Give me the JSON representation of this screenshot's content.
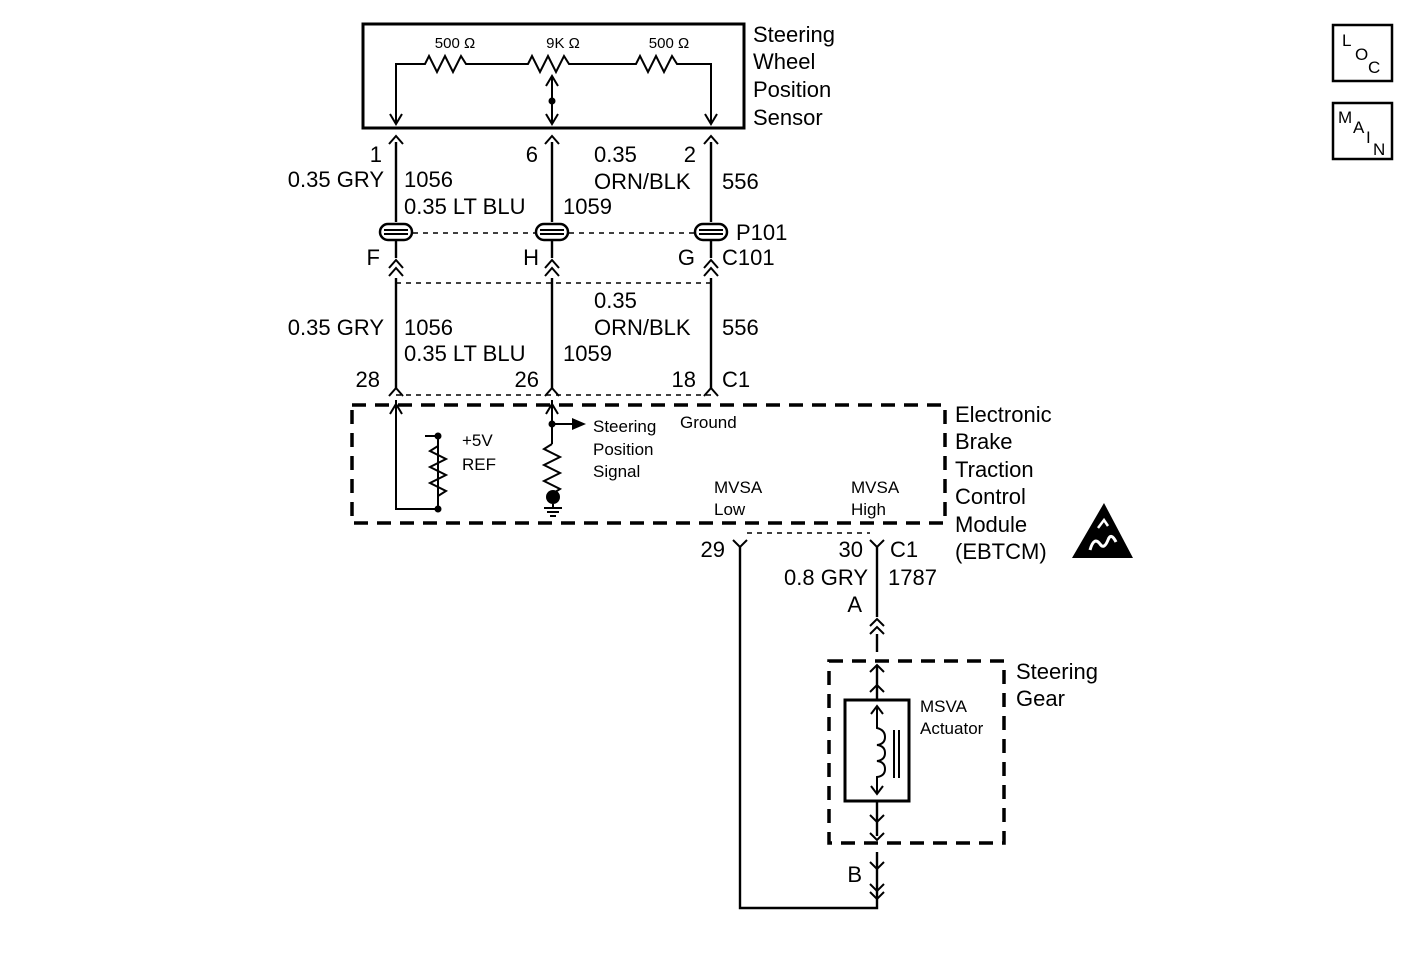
{
  "steering_wheel_position_sensor": {
    "name_lines": [
      "Steering",
      "Wheel",
      "Position",
      "Sensor"
    ],
    "resistor_left": "500 Ω",
    "resistor_middle": "9K Ω",
    "resistor_right": "500 Ω",
    "pins": [
      "1",
      "6",
      "2"
    ]
  },
  "upper_wires": {
    "left_gauge_color": "0.35 GRY",
    "left_circuit": "1056",
    "middle_gauge_color": "0.35 LT BLU",
    "middle_circuit": "1059",
    "right_gauge": "0.35",
    "right_color": "ORN/BLK",
    "right_circuit": "556"
  },
  "connector_c101": {
    "pins": [
      "F",
      "H",
      "G"
    ],
    "p_label": "P101",
    "c_label": "C101"
  },
  "lower_wires": {
    "left_gauge_color": "0.35 GRY",
    "left_circuit": "1056",
    "middle_gauge_color": "0.35 LT BLU",
    "middle_circuit": "1059",
    "right_gauge": "0.35",
    "right_color": "ORN/BLK",
    "right_circuit": "556"
  },
  "ebtcm_top_connector": {
    "pins": [
      "28",
      "26",
      "18"
    ],
    "label": "C1"
  },
  "ebtcm": {
    "name_lines": [
      "Electronic",
      "Brake",
      "Traction",
      "Control",
      "Module",
      "(EBTCM)"
    ],
    "ref_lines": [
      "+5V",
      "REF"
    ],
    "signal_lines": [
      "Steering",
      "Position",
      "Signal"
    ],
    "ground": "Ground",
    "mvsa_low": [
      "MVSA",
      "Low"
    ],
    "mvsa_high": [
      "MVSA",
      "High"
    ]
  },
  "ebtcm_bottom_connector": {
    "pin_low": "29",
    "pin_high": "30",
    "label": "C1"
  },
  "actuator_wire": {
    "gauge_color": "0.8 GRY",
    "circuit": "1787"
  },
  "steering_gear": {
    "name_lines": [
      "Steering",
      "Gear"
    ],
    "pin_top": "A",
    "pin_bottom": "B",
    "actuator_lines": [
      "MSVA",
      "Actuator"
    ]
  },
  "nav_buttons": {
    "loc": [
      "L",
      "O",
      "C"
    ],
    "main": [
      "M",
      "A",
      "I",
      "N"
    ]
  }
}
